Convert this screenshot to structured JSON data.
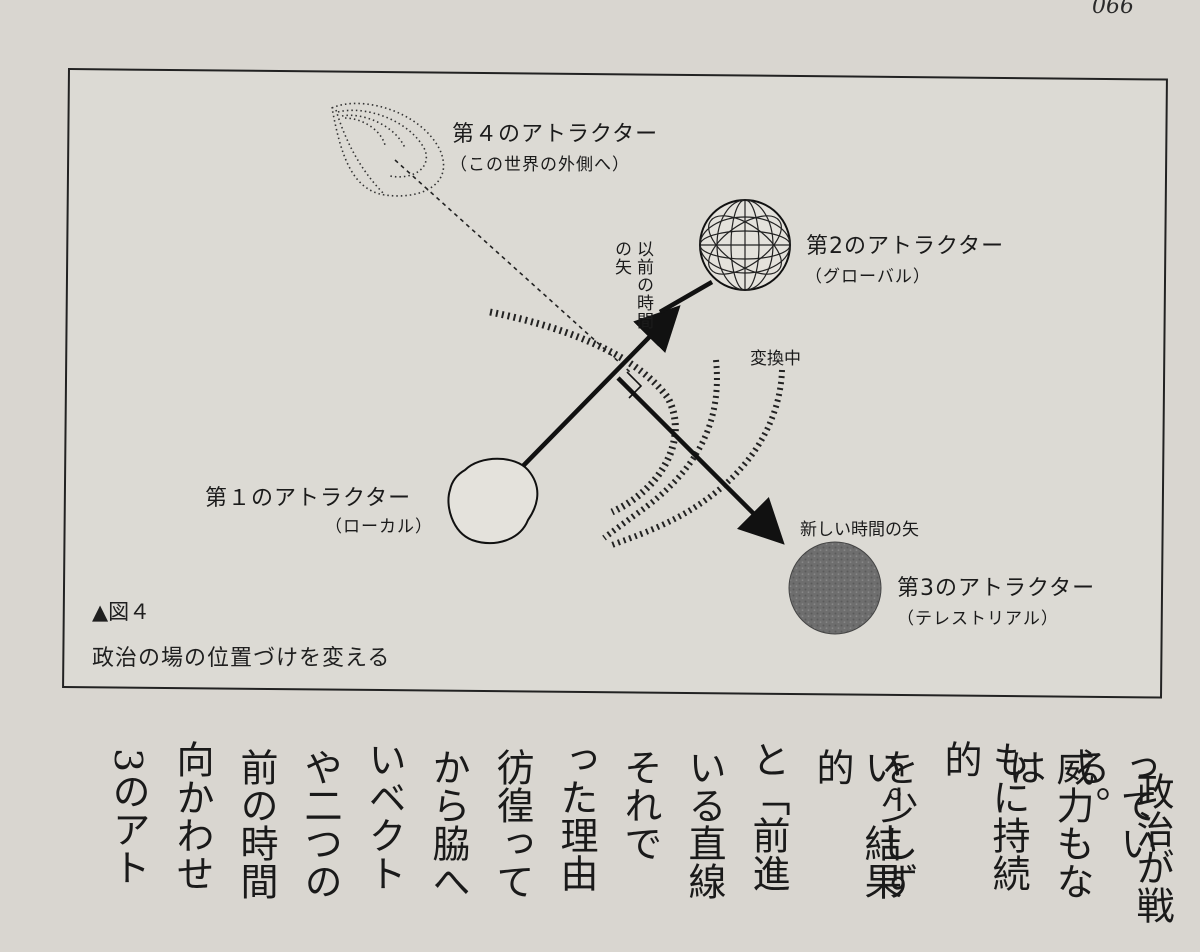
{
  "page": {
    "number": "066"
  },
  "figure": {
    "attractor4": {
      "label": "第４のアトラクター",
      "sub": "（この世界の外側へ）"
    },
    "attractor2": {
      "label": "第2のアトラクター",
      "sub": "（グローバル）"
    },
    "attractor1": {
      "label": "第１のアトラクター",
      "sub": "（ローカル）"
    },
    "attractor3": {
      "label": "第3のアトラクター",
      "sub": "（テレストリアル）"
    },
    "old_arrow": "以前の時間の矢",
    "new_arrow": "新しい時間の矢",
    "transforming": "変換中",
    "caption_marker": "▲図４",
    "caption_title": "政治の場の位置づけを変える"
  },
  "body_text": {
    "columns": [
      "政治が戦",
      "っている。",
      "威力もなは",
      "もに持続的",
      "を少しず",
      "い。結果的",
      "と「前進",
      "いる直線",
      "それで",
      "った理由",
      "彷徨って",
      "から脇へ",
      "いベクト",
      "や二つの",
      "前の時間",
      "向かわせ",
      "3のアト"
    ]
  }
}
